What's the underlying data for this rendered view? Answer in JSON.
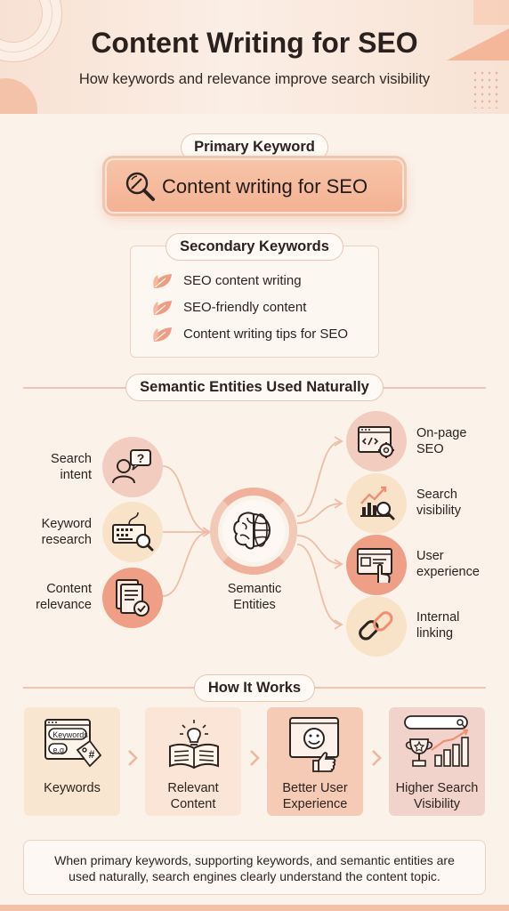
{
  "header": {
    "title": "Content Writing for SEO",
    "subtitle": "How keywords and relevance improve search visibility"
  },
  "primary": {
    "label": "Primary Keyword",
    "keyword": "Content writing for SEO",
    "icon": "magnifier-pen-icon"
  },
  "secondary": {
    "label": "Secondary Keywords",
    "items": [
      "SEO content writing",
      "SEO-friendly content",
      "Content writing tips for SEO"
    ],
    "icon": "leaf-icon"
  },
  "semantic": {
    "label": "Semantic Entities Used Naturally",
    "center": [
      "Semantic",
      "Entities"
    ],
    "left": [
      {
        "lines": [
          "Search",
          "intent"
        ],
        "icon": "person-question-icon",
        "color": "#f2cdbf"
      },
      {
        "lines": [
          "Keyword",
          "research"
        ],
        "icon": "keyboard-search-icon",
        "color": "#f8e3c9"
      },
      {
        "lines": [
          "Content",
          "relevance"
        ],
        "icon": "document-check-icon",
        "color": "#ef9f86"
      }
    ],
    "right": [
      {
        "lines": [
          "On-page",
          "SEO"
        ],
        "icon": "code-gear-icon",
        "color": "#f2cdbf"
      },
      {
        "lines": [
          "Search",
          "visibility"
        ],
        "icon": "chart-magnifier-icon",
        "color": "#f8e3c9"
      },
      {
        "lines": [
          "User",
          "experience"
        ],
        "icon": "hand-click-icon",
        "color": "#ef9f86"
      },
      {
        "lines": [
          "Internal",
          "linking"
        ],
        "icon": "chain-link-icon",
        "color": "#f8e3c9"
      }
    ]
  },
  "how": {
    "label": "How It Works",
    "steps": [
      {
        "lines": [
          "Keywords"
        ],
        "icon": "keyword-tags-icon",
        "chip1": "Keywords",
        "chip2": "e.g.",
        "color": "#f8e6d0"
      },
      {
        "lines": [
          "Relevant",
          "Content"
        ],
        "icon": "book-bulb-icon",
        "color": "#fae5d6"
      },
      {
        "lines": [
          "Better User",
          "Experience"
        ],
        "icon": "smiley-thumb-icon",
        "color": "#f6cbb6"
      },
      {
        "lines": [
          "Higher Search",
          "Visibility"
        ],
        "icon": "trophy-chart-icon",
        "color": "#f2d3cb"
      }
    ]
  },
  "footer": {
    "lines": [
      "When primary keywords, supporting keywords, and semantic entities are",
      "used naturally, search engines clearly understand the content topic."
    ]
  },
  "colors": {
    "accent": "#ee9a7d",
    "border": "#e9c6b3",
    "background": "#fbf2ea"
  }
}
